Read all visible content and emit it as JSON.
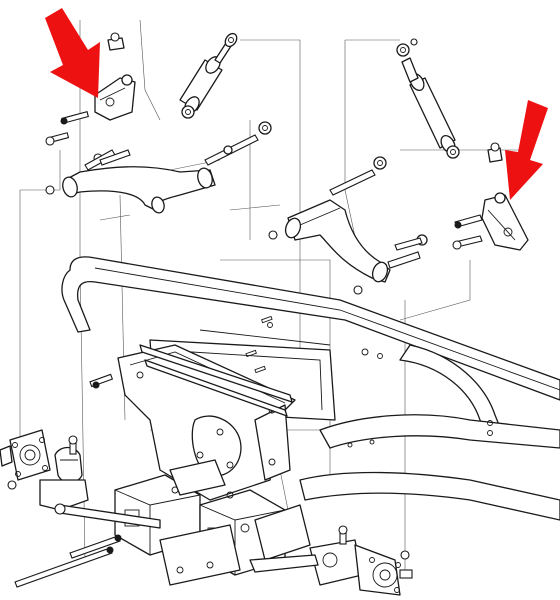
{
  "diagram": {
    "type": "exploded-parts-diagram",
    "subject": "front-suspension-assembly",
    "colors": {
      "line": "#1a1a1a",
      "background": "#ffffff",
      "highlight_arrow": "#ee1111"
    },
    "callouts": [
      {
        "id": "left-upper-mount-bracket",
        "marker": "red-arrow"
      },
      {
        "id": "right-upper-mount-bracket",
        "marker": "red-arrow"
      }
    ]
  }
}
